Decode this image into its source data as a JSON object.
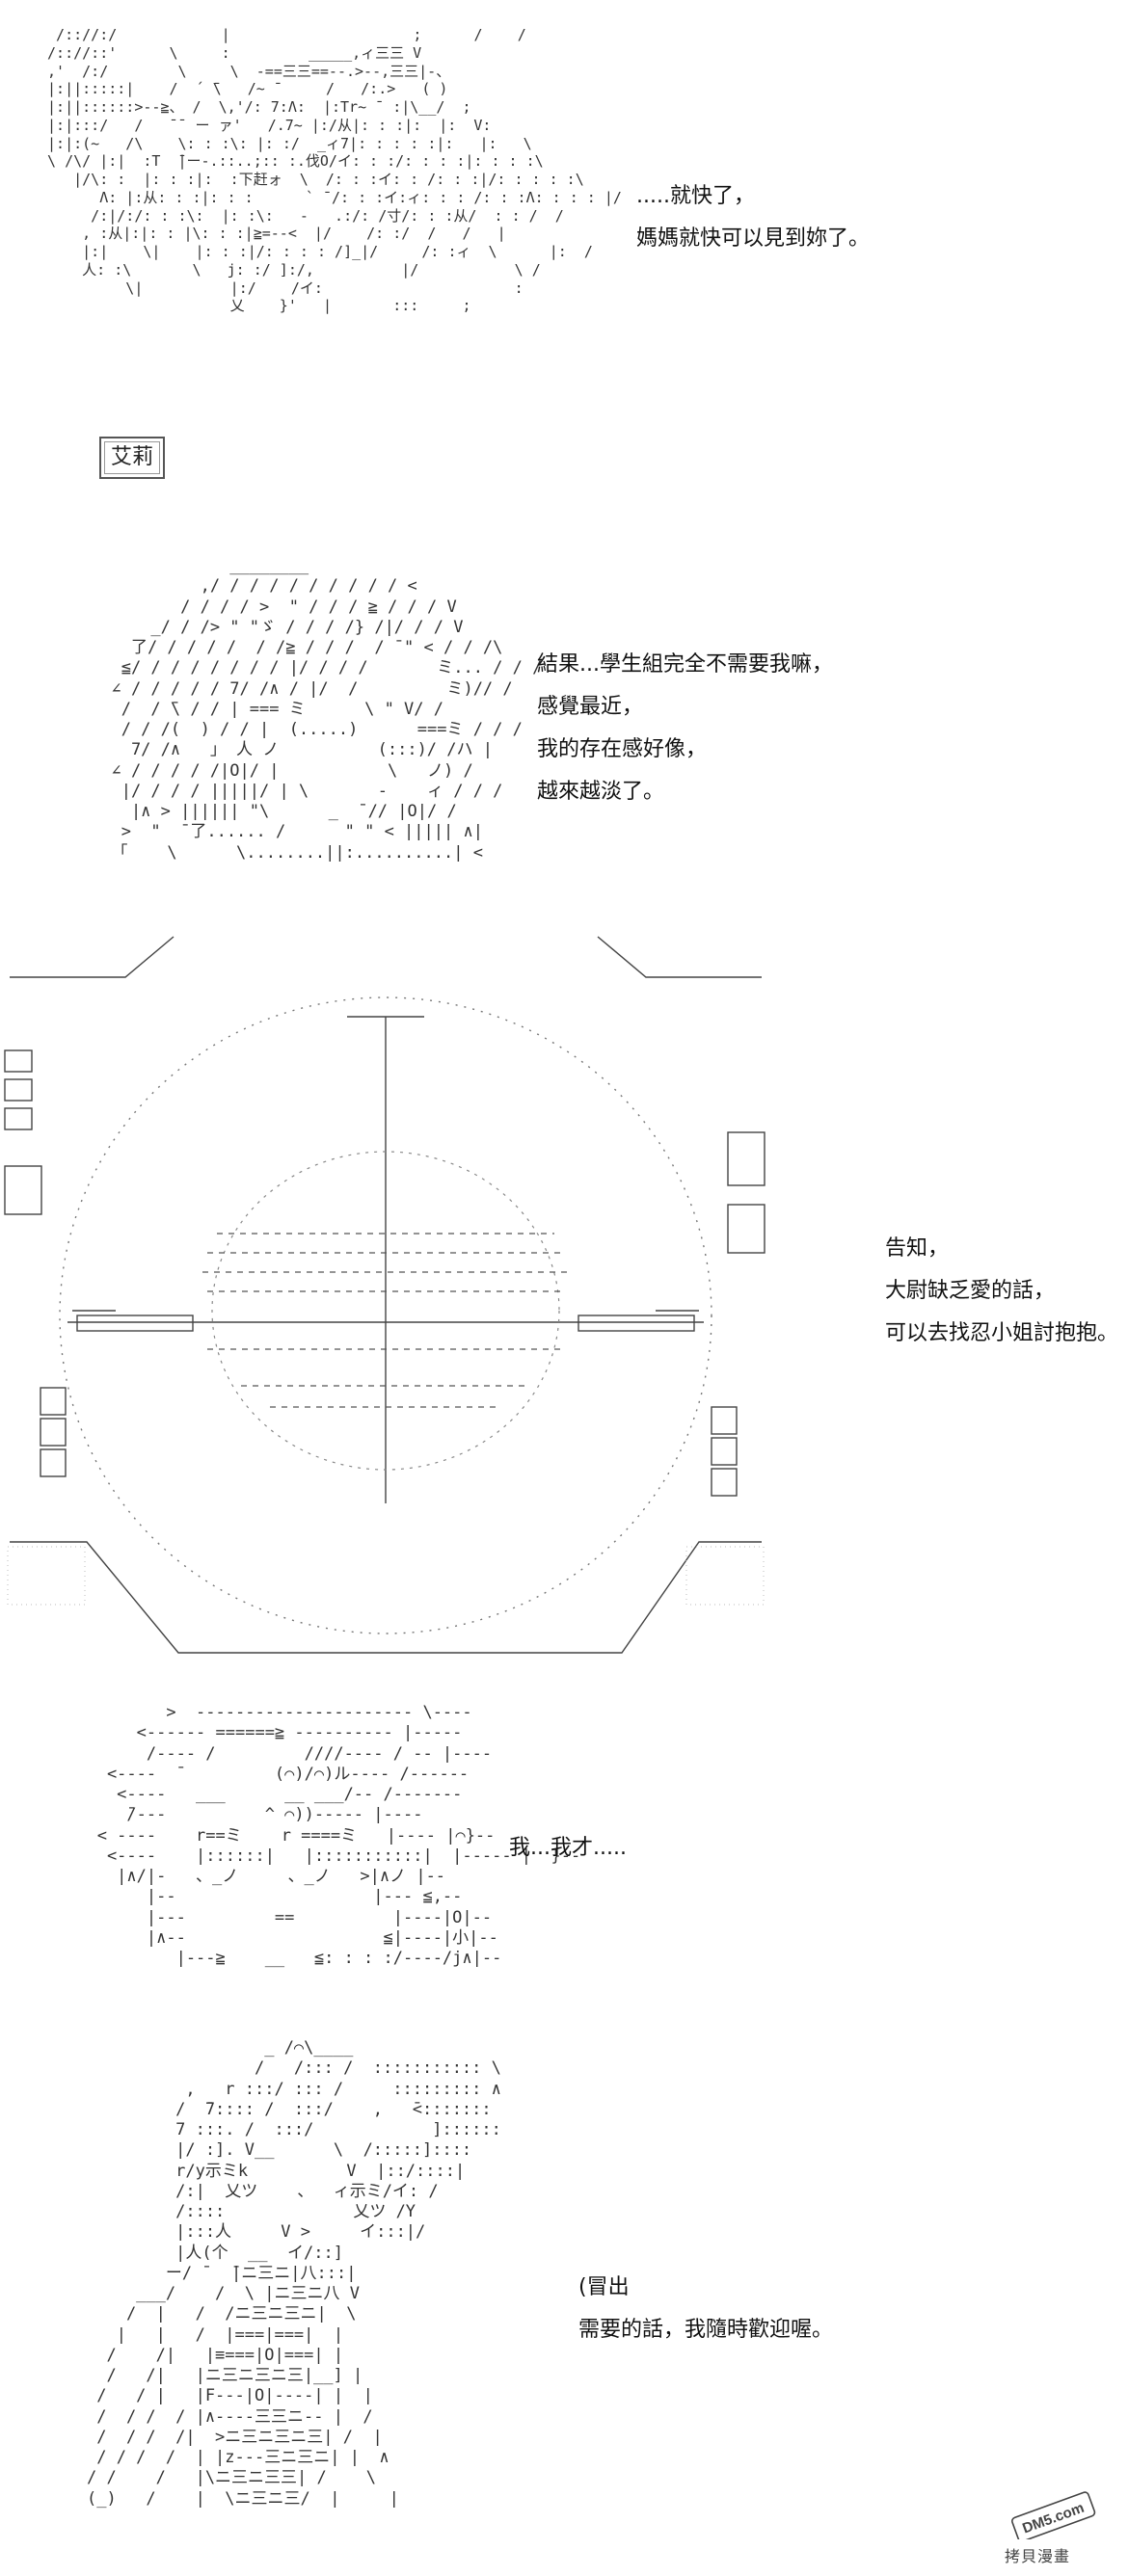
{
  "panel1": {
    "lines": [
      ".....就快了，",
      "媽媽就快可以見到妳了。"
    ]
  },
  "name_label": "艾莉",
  "panel2": {
    "lines": [
      "結果...學生組完全不需要我嘛，",
      "感覺最近，",
      "我的存在感好像，",
      "越來越淡了。"
    ]
  },
  "panel3": {
    "lines": [
      "告知，",
      "大尉缺乏愛的話，",
      "可以去找忍小姐討抱抱。"
    ]
  },
  "panel4": {
    "lines": [
      "我...我才....."
    ]
  },
  "panel5": {
    "lines": [
      "(冒出",
      "需要的話，我隨時歡迎喔。"
    ]
  },
  "watermark": {
    "logo_text": "DM5.com",
    "caption": "拷貝漫畫"
  }
}
